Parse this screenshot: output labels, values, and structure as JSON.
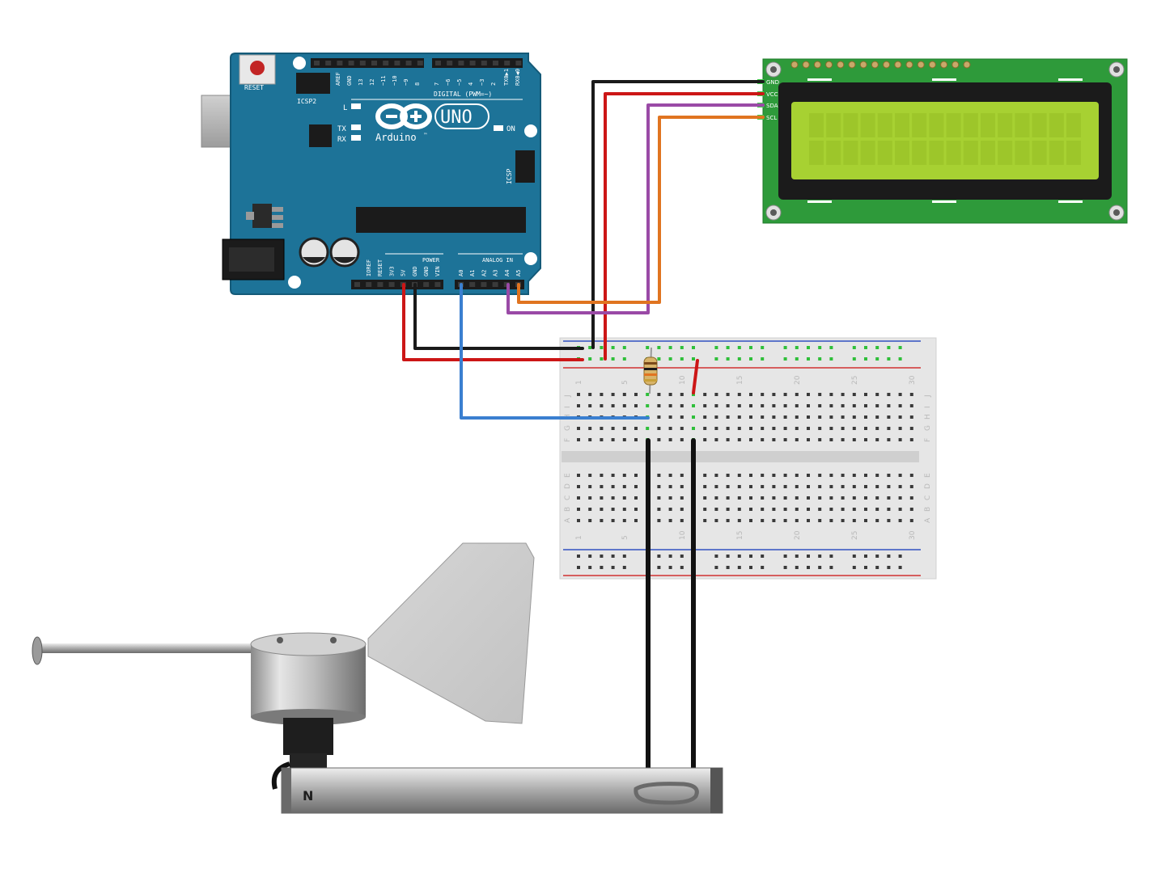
{
  "colors": {
    "board": "#1d7398",
    "boardEdge": "#145a78",
    "lcdPcb": "#2e9a3a",
    "lcdScreen": "#a7d132",
    "wireBlack": "#1a1a1a",
    "wireRed": "#cc1616",
    "wireBlue": "#3a7fd0",
    "wirePurple": "#9a4aa6",
    "wireOrange": "#e07420",
    "breadboard": "#e6e6e6",
    "railBlue": "#3050c0",
    "railRed": "#d03030"
  },
  "icons": {
    "arduinoLogo": "infinity-plus-minus-logo",
    "resistor": "resistor-icon",
    "windVane": "wind-vane-sensor-icon"
  },
  "arduino": {
    "reset": "RESET",
    "icsp2": "ICSP2",
    "icsp": "ICSP",
    "aref": "AREF",
    "gnd_top": "GND",
    "digital_pins": [
      "13",
      "12",
      "~11",
      "~10",
      "~9",
      "8",
      "7",
      "~6",
      "~5",
      "4",
      "~3",
      "2",
      "TX0▶1",
      "RX0◀0"
    ],
    "digital_label": "DIGITAL (PWM=~)",
    "led_l": "L",
    "led_tx": "TX",
    "led_rx": "RX",
    "on": "ON",
    "uno": "UNO",
    "brand": "Arduino",
    "tm": "™",
    "power_label": "POWER",
    "analog_label": "ANALOG IN",
    "power_pins": [
      "IOREF",
      "RESET",
      "3V3",
      "5V",
      "GND",
      "GND",
      "VIN"
    ],
    "analog_pins": [
      "A0",
      "A1",
      "A2",
      "A3",
      "A4",
      "A5"
    ]
  },
  "lcd": {
    "pins": [
      "GND",
      "VCC",
      "SDA",
      "SCL"
    ]
  },
  "breadboard": {
    "col_numbers": [
      "1",
      "5",
      "10",
      "15",
      "20",
      "25",
      "30"
    ],
    "rows_top": [
      "J",
      "I",
      "H",
      "G",
      "F"
    ],
    "rows_bottom": [
      "E",
      "D",
      "C",
      "B",
      "A"
    ]
  },
  "sensor": {
    "label": "N"
  }
}
